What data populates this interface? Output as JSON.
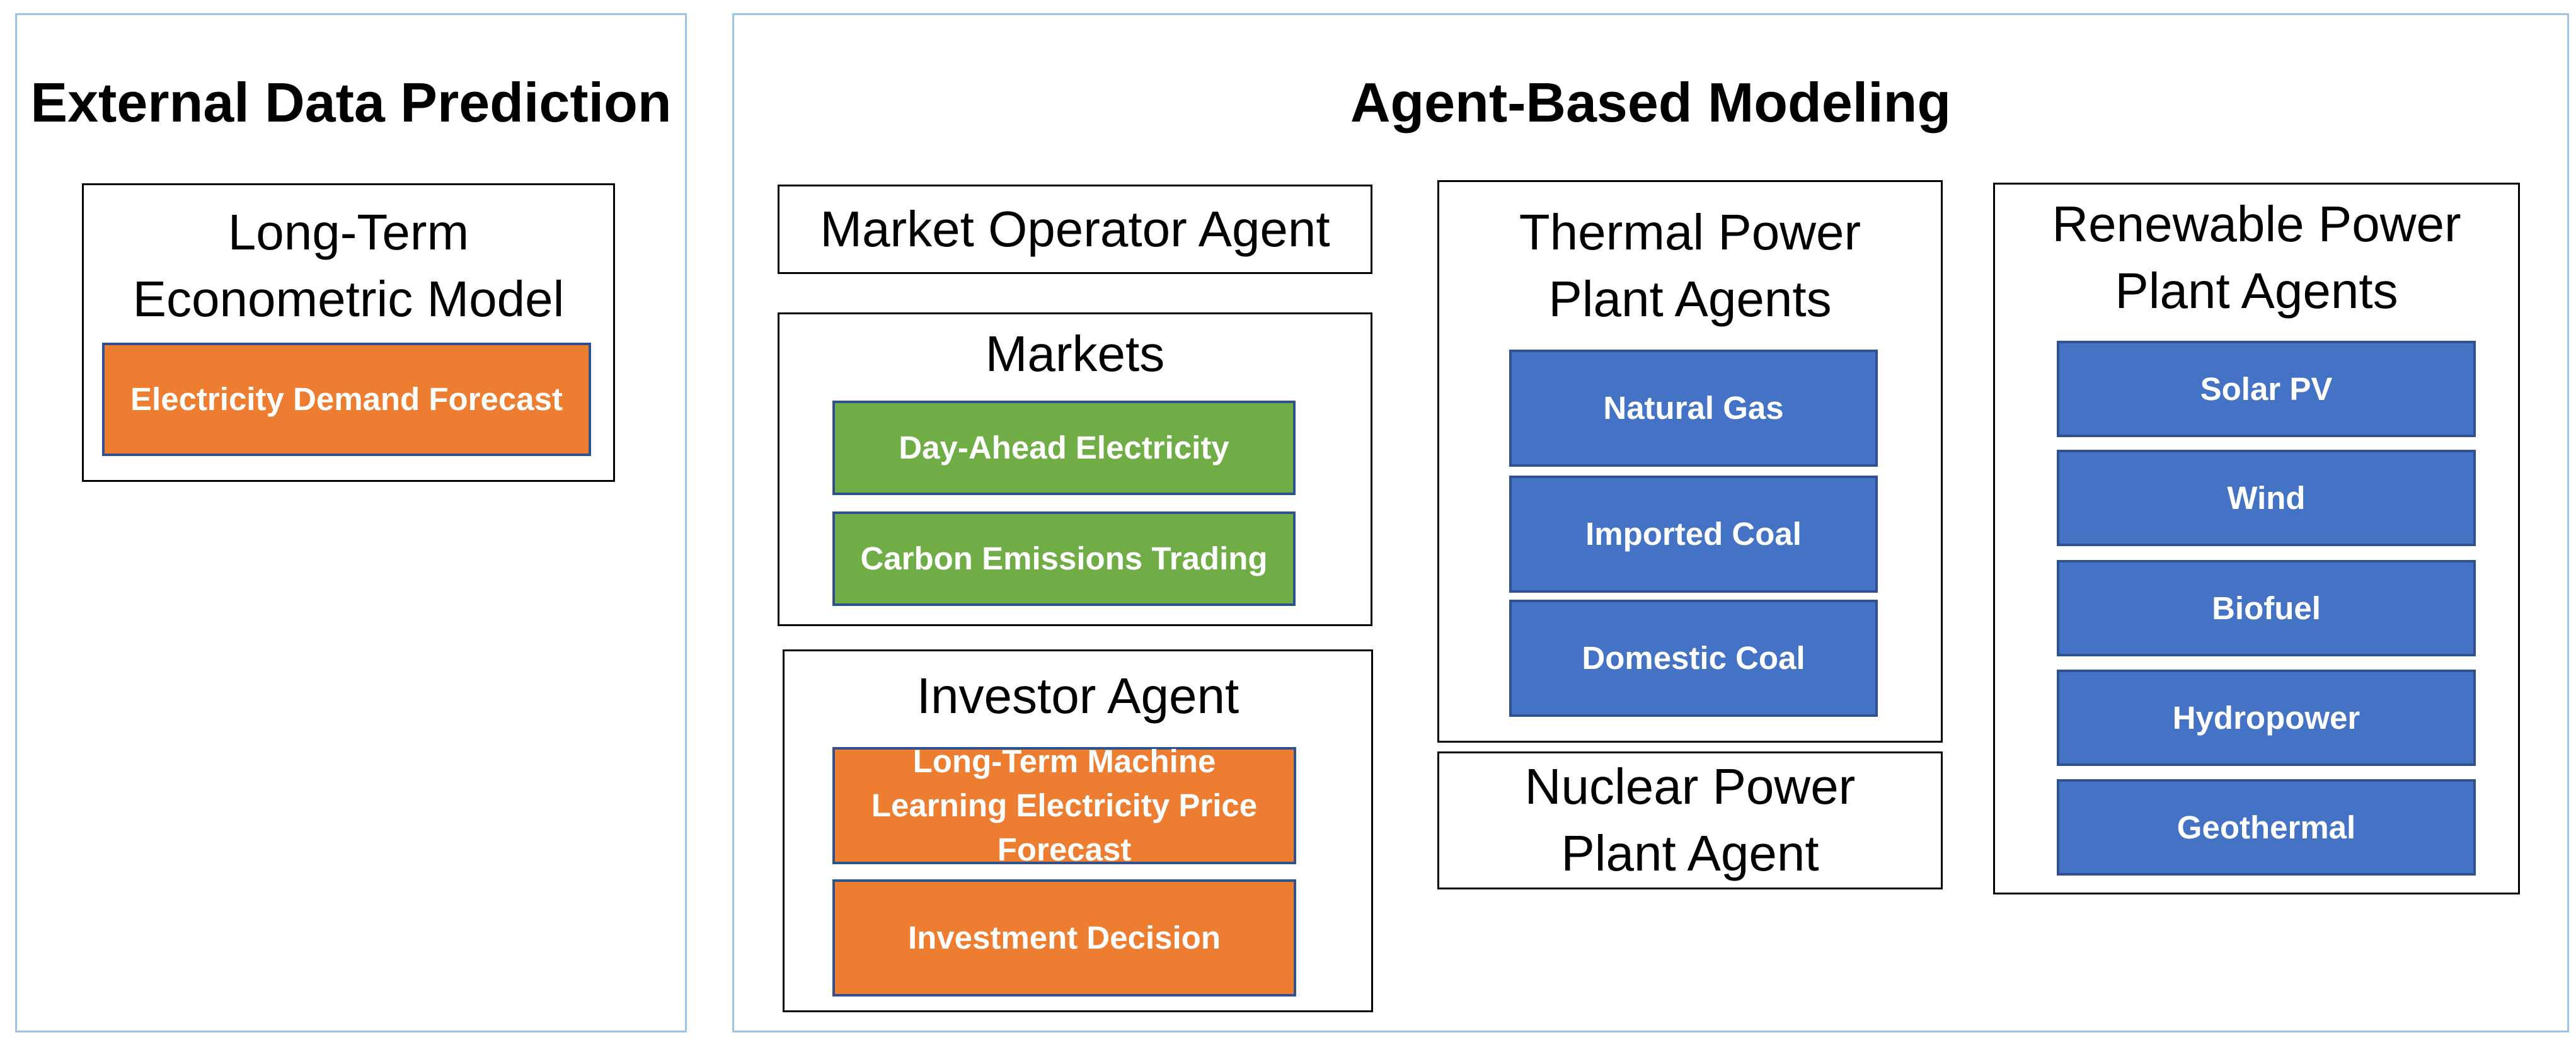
{
  "external": {
    "title": "External Data Prediction",
    "econometric_title": "Long-Term Econometric Model",
    "demand_forecast": "Electricity Demand Forecast"
  },
  "abm": {
    "title": "Agent-Based Modeling",
    "market_operator": "Market Operator Agent",
    "markets": {
      "title": "Markets",
      "items": [
        "Day-Ahead Electricity",
        "Carbon Emissions Trading"
      ]
    },
    "investor": {
      "title": "Investor Agent",
      "items": [
        "Long-Term Machine Learning Electricity Price Forecast",
        "Investment Decision"
      ]
    },
    "thermal": {
      "title": "Thermal Power Plant Agents",
      "items": [
        "Natural Gas",
        "Imported Coal",
        "Domestic Coal"
      ]
    },
    "nuclear": "Nuclear Power Plant Agent",
    "renewable": {
      "title": "Renewable Power Plant Agents",
      "items": [
        "Solar PV",
        "Wind",
        "Biofuel",
        "Hydropower",
        "Geothermal"
      ]
    }
  },
  "colors": {
    "blue": "#4472c4",
    "orange": "#ed7d31",
    "green": "#70ad47",
    "panel_border": "#9dc3e6"
  }
}
